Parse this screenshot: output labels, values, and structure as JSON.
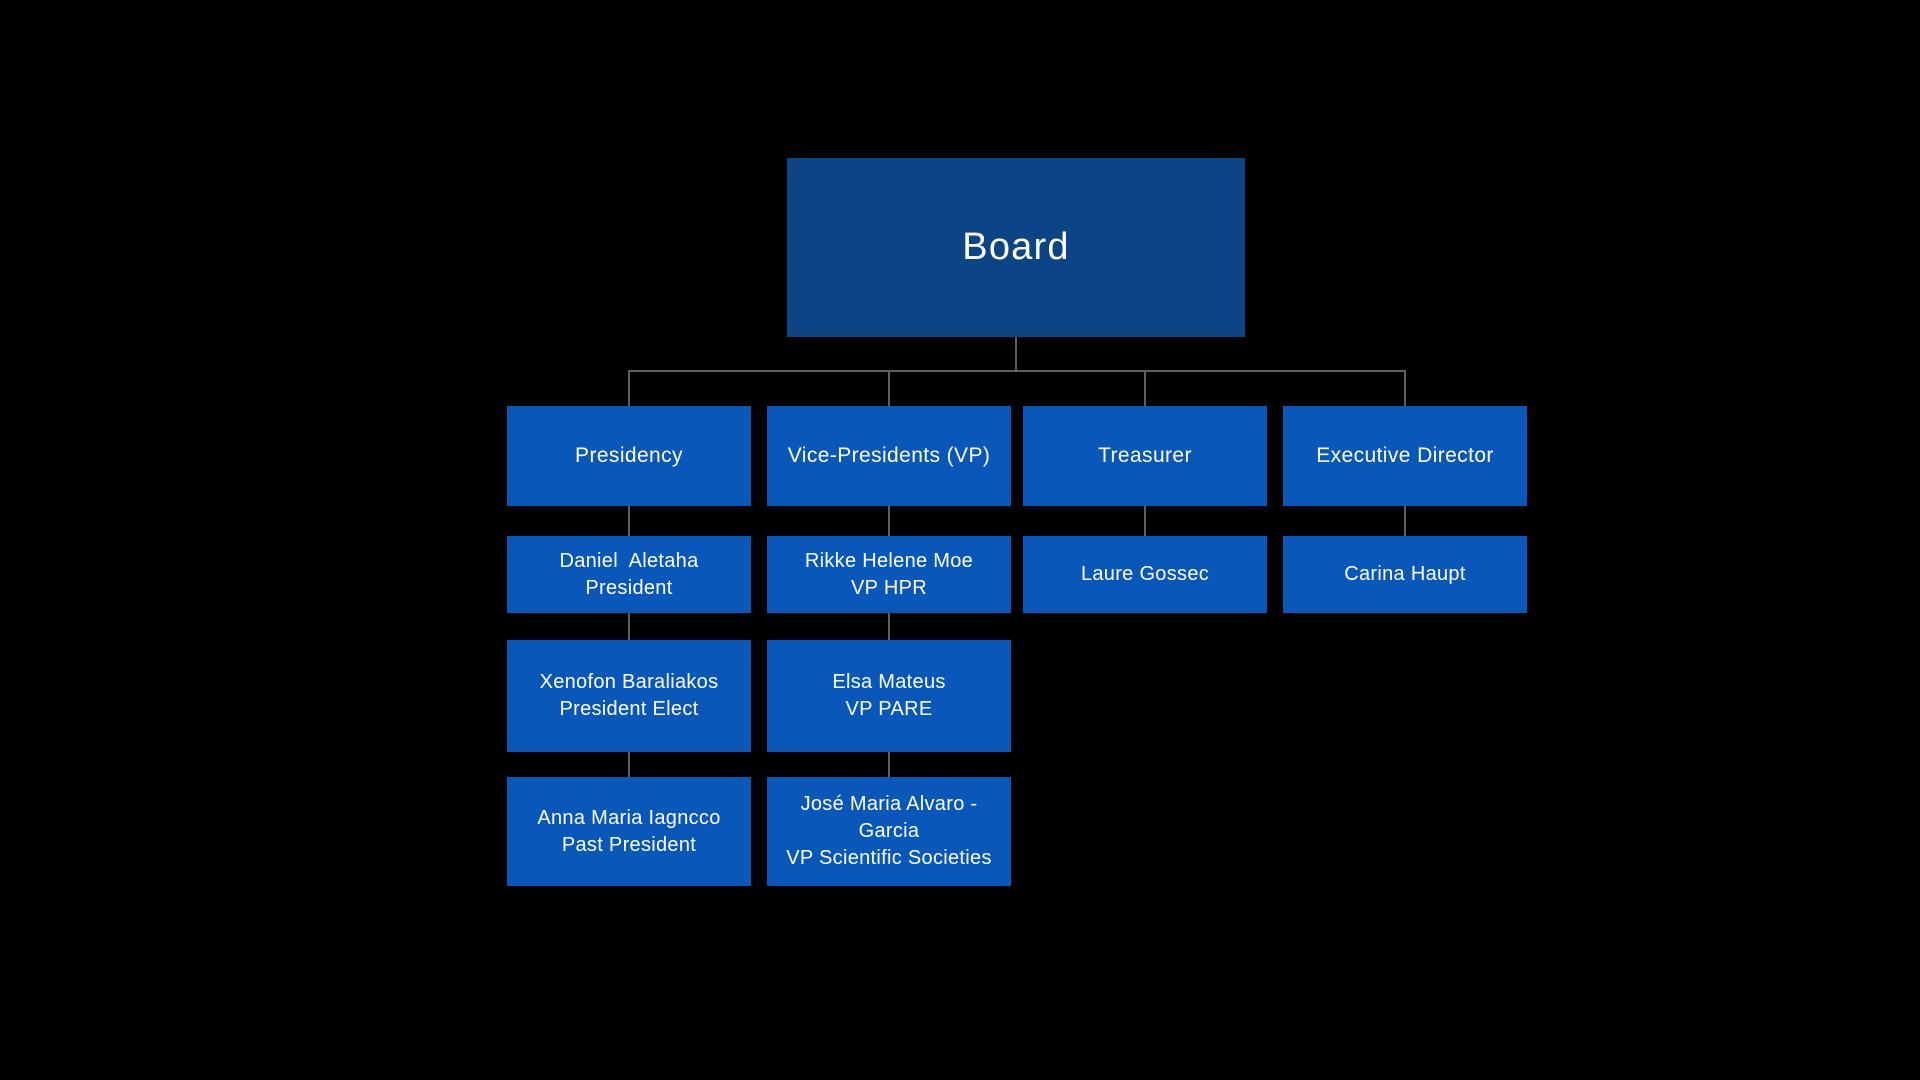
{
  "org_chart": {
    "board_label": "Board",
    "columns": [
      {
        "category": "Presidency",
        "members": [
          {
            "name": "Daniel  Aletaha",
            "role": "President"
          },
          {
            "name": "Xenofon Baraliakos",
            "role": "President Elect"
          },
          {
            "name": "Anna Maria Iagncco",
            "role": "Past President"
          }
        ]
      },
      {
        "category": "Vice-Presidents (VP)",
        "members": [
          {
            "name": "Rikke Helene Moe",
            "role": "VP HPR"
          },
          {
            "name": "Elsa Mateus",
            "role": "VP PARE"
          },
          {
            "name": "José Maria Alvaro - Garcia",
            "role": "VP Scientific Societies"
          }
        ]
      },
      {
        "category": "Treasurer",
        "members": [
          {
            "name": "Laure Gossec",
            "role": ""
          }
        ]
      },
      {
        "category": "Executive Director",
        "members": [
          {
            "name": "Carina Haupt",
            "role": ""
          }
        ]
      }
    ],
    "colors": {
      "background": "#000000",
      "board_fill": "#0c4586",
      "node_fill": "#0a57ba",
      "connector": "#5f5f5f",
      "text": "#ffffff"
    }
  }
}
